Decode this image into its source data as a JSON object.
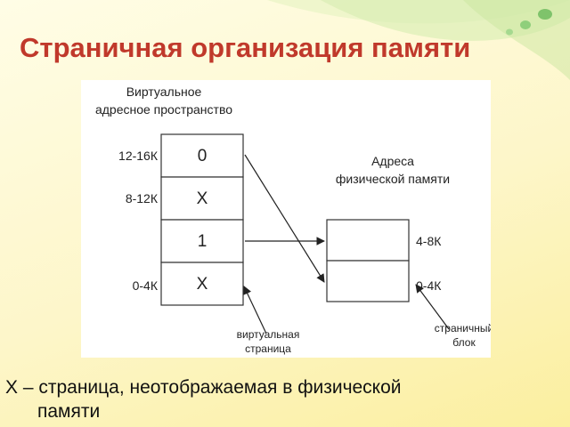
{
  "title": "Страничная организация памяти",
  "virtual_space_label": [
    "Виртуальное",
    "адресное пространство"
  ],
  "physical_label": [
    "Адреса",
    "физической памяти"
  ],
  "virtual_pages": [
    {
      "range": "12-16К",
      "value": "0"
    },
    {
      "range": "8-12К",
      "value": "X"
    },
    {
      "range": "",
      "value": "1"
    },
    {
      "range": "0-4К",
      "value": "X"
    }
  ],
  "physical_frames": [
    {
      "range": "4-8К"
    },
    {
      "range": "0-4К"
    }
  ],
  "virtual_page_note": [
    "виртуальная",
    "страница"
  ],
  "page_frame_note": [
    "страничный",
    "блок"
  ],
  "footnote": {
    "line1": "X – страница, неотображаемая в физической",
    "line2": "памяти"
  },
  "colors": {
    "title": "#c0392b",
    "box_stroke": "#333333",
    "arrow": "#222222"
  }
}
